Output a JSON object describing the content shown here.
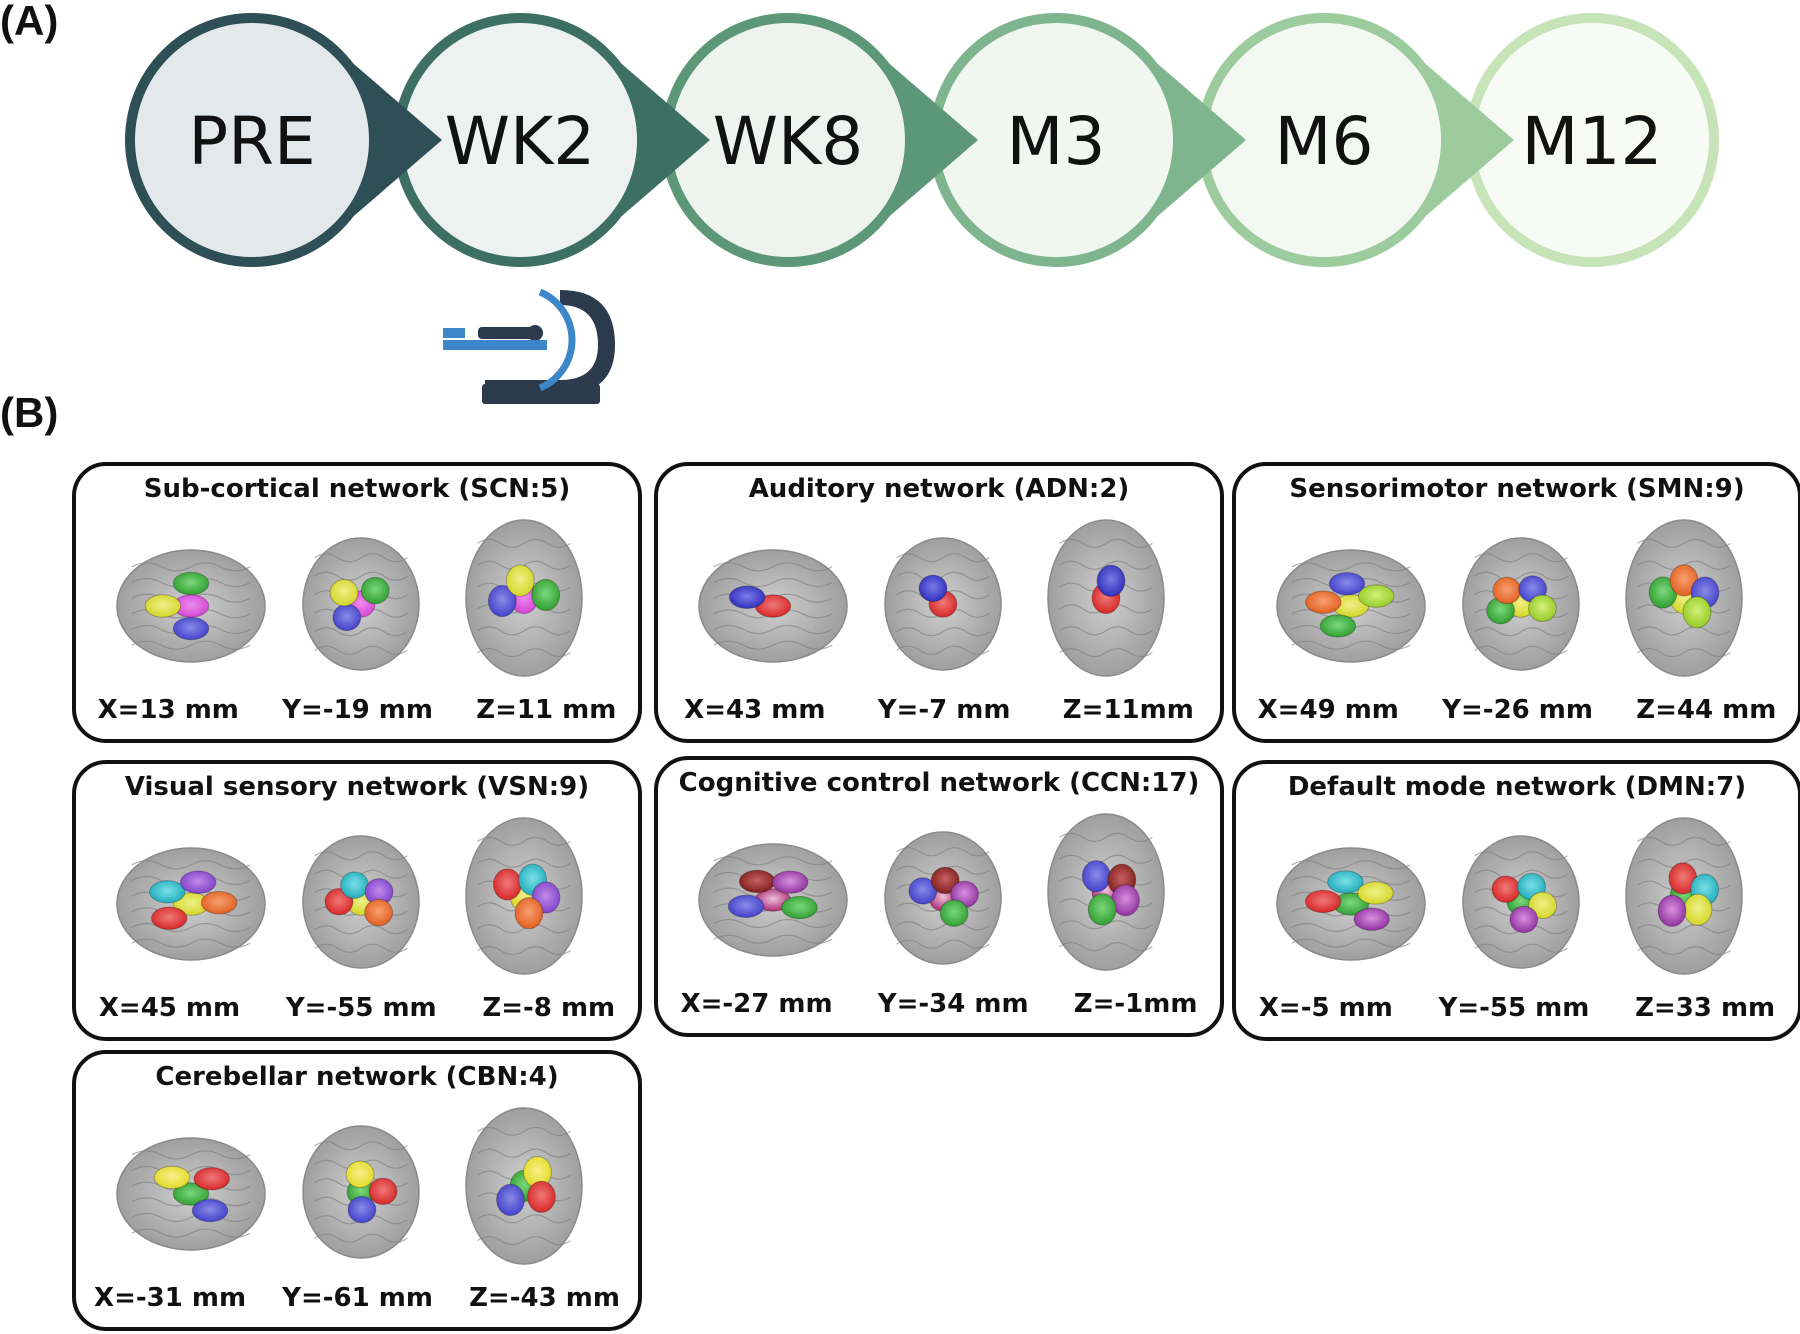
{
  "panel_a_label": "(A)",
  "panel_b_label": "(B)",
  "timeline": {
    "steps": [
      {
        "label": "PRE",
        "ring": "#2d4f55",
        "fill": "#e3e8ea"
      },
      {
        "label": "WK2",
        "ring": "#3d7063",
        "fill": "#edf1ef"
      },
      {
        "label": "WK8",
        "ring": "#5c9878",
        "fill": "#eef3ef"
      },
      {
        "label": "M3",
        "ring": "#7fb58e",
        "fill": "#f1f6f1"
      },
      {
        "label": "M6",
        "ring": "#9ccc9e",
        "fill": "#f4f8f3"
      },
      {
        "label": "M12",
        "ring": "#c6e4b8",
        "fill": "#f7faf5"
      }
    ],
    "scanner_icon": "mri-scanner-icon",
    "scanner_colors": {
      "body": "#2b3a4c",
      "ring": "#3d86c8",
      "bed": "#3d86c8"
    }
  },
  "networks": [
    {
      "title": "Sub-cortical network (SCN:5)",
      "coords": [
        "X=13 mm",
        "Y=-19 mm",
        "Z=11 mm"
      ],
      "blobs": [
        [
          "#d23fd0",
          "#ee8cf0"
        ],
        [
          "#3c3cc8",
          "#8a8ae8"
        ],
        [
          "#d1d41e",
          "#eef08a"
        ],
        [
          "#2a9a2a",
          "#7cd87c"
        ]
      ]
    },
    {
      "title": "Auditory network (ADN:2)",
      "coords": [
        "X=43 mm",
        "Y=-7 mm",
        "Z=11mm"
      ],
      "blobs": [
        [
          "#d42020",
          "#f07a7a"
        ],
        [
          "#2a2ab8",
          "#7a7ae8"
        ]
      ]
    },
    {
      "title": "Sensorimotor network (SMN:9)",
      "coords": [
        "X=49 mm",
        "Y=-26 mm",
        "Z=44 mm"
      ],
      "blobs": [
        [
          "#d1d41e",
          "#f0f08a"
        ],
        [
          "#2a9a2a",
          "#7cd87c"
        ],
        [
          "#e05a1a",
          "#f7a070"
        ],
        [
          "#3c3cc8",
          "#8a8ae8"
        ],
        [
          "#8fc81e",
          "#d4f07a"
        ]
      ]
    },
    {
      "title": "Visual sensory network (VSN:9)",
      "coords": [
        "X=45 mm",
        "Y=-55 mm",
        "Z=-8 mm"
      ],
      "blobs": [
        [
          "#d1d41e",
          "#f0f08a"
        ],
        [
          "#d42020",
          "#f07a7a"
        ],
        [
          "#1aa8b8",
          "#7ae0e8"
        ],
        [
          "#7a3cc8",
          "#c08ae8"
        ],
        [
          "#e05a1a",
          "#f7a070"
        ]
      ]
    },
    {
      "title": "Cognitive control network (CCN:17)",
      "coords": [
        "X=-27 mm",
        "Y=-34 mm",
        "Z=-1mm"
      ],
      "blobs": [
        [
          "#a0206a",
          "#f0c0dc"
        ],
        [
          "#3c3cc8",
          "#8a8ae8"
        ],
        [
          "#7a1a1a",
          "#c86060"
        ],
        [
          "#8a2a9a",
          "#d890e0"
        ],
        [
          "#2a9a2a",
          "#7cd87c"
        ]
      ]
    },
    {
      "title": "Default mode network (DMN:7)",
      "coords": [
        "X=-5 mm",
        "Y=-55 mm",
        "Z=33 mm"
      ],
      "blobs": [
        [
          "#2a9a2a",
          "#7cd87c"
        ],
        [
          "#d42020",
          "#f07a7a"
        ],
        [
          "#1aa8b8",
          "#7ae0e8"
        ],
        [
          "#d1d41e",
          "#f0f08a"
        ],
        [
          "#8a2a9a",
          "#d890e0"
        ]
      ]
    },
    {
      "title": "Cerebellar network (CBN:4)",
      "coords": [
        "X=-31 mm",
        "Y=-61 mm",
        "Z=-43 mm"
      ],
      "blobs": [
        [
          "#2a9a2a",
          "#7cd87c"
        ],
        [
          "#e0d81e",
          "#f8f08a"
        ],
        [
          "#d42020",
          "#f07a7a"
        ],
        [
          "#3c3cc8",
          "#8a8ae8"
        ]
      ]
    }
  ]
}
